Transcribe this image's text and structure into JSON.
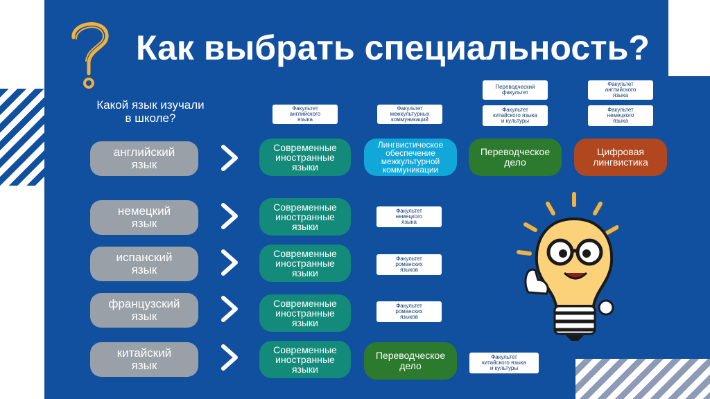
{
  "title": "Как выбрать специальность?",
  "question": "Какой язык изучали\nв школе?",
  "languages": [
    "английский\nязык",
    "немецкий\nязык",
    "испанский\nязык",
    "французский\nязык",
    "китайский\nязык"
  ],
  "specialties": {
    "modern_languages": "Современные\nиностранные\nязыки",
    "linguistic_support": "Лингвистическое\nобеспечение\nмежкультурной\nкоммуникации",
    "translation": "Переводческое\nдело",
    "digital_linguistics": "Цифровая\nлингвистика"
  },
  "faculties": {
    "english": "Факультет\nанглийского\nязыка",
    "intercultural": "Факультет\nмежкультурных\nкоммуникаций",
    "translation": "Переводческий\nфакультет",
    "chinese": "Факультет\nкитайского языка\nи культуры",
    "german": "Факультет\nнемецкого\nязыка",
    "romance": "Факультет\nроманских\nязыков"
  },
  "colors": {
    "background": "#114f9f",
    "language_pill": "#9aa0a8",
    "teal": "#138a7a",
    "cyan": "#11a7d9",
    "green": "#2c7a2d",
    "brown": "#b1471f",
    "accent": "#f1b23f"
  },
  "icons": {
    "arrow": "chevron-right-icon",
    "question": "question-mark-icon",
    "mascot": "lightbulb-mascot-icon"
  }
}
